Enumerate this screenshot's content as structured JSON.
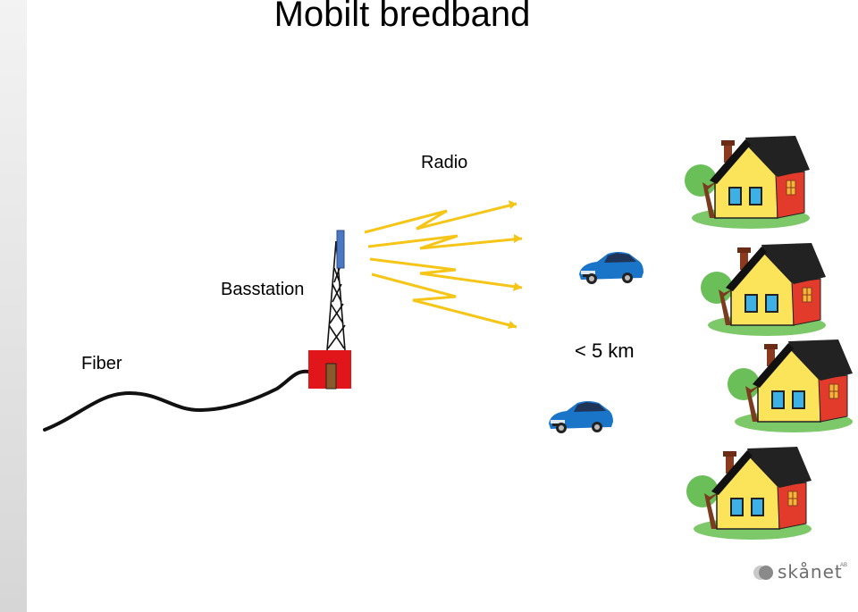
{
  "title": "Mobilt bredband",
  "labels": {
    "radio": "Radio",
    "basstation": "Basstation",
    "fiber": "Fiber",
    "distance": "< 5 km"
  },
  "logo": {
    "text": "skånet",
    "suffix": "AB"
  },
  "colors": {
    "radio_waves": "#F5C518",
    "station_building": "#E0161A",
    "antenna": "#4A78C2",
    "car": "#1A75C9",
    "house_wall": "#FCE45A",
    "house_side": "#E23A2B",
    "roof": "#222222",
    "tree": "#6BBF59"
  },
  "icons": [
    "antenna-tower-icon",
    "radio-wave-icon",
    "car-icon",
    "house-icon",
    "tree-icon"
  ]
}
